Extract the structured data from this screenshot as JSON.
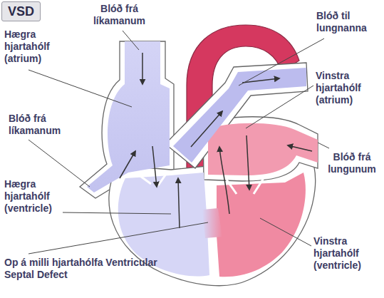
{
  "diagram": {
    "title": "VSD",
    "labels": [
      "Blóð frá líkamanum",
      "Hægra hjartahólf (atrium)",
      "Blóð frá líkamanum",
      "Hægra hjartahólf (ventricle)",
      "Op á milli hjartahólfa Ventricular Septal Defect",
      "Blóð til lungnanna",
      "Vinstra hjartahólf (atrium)",
      "Blóð frá lungunum",
      "Vinstra hjartahólf (ventricle)"
    ]
  }
}
